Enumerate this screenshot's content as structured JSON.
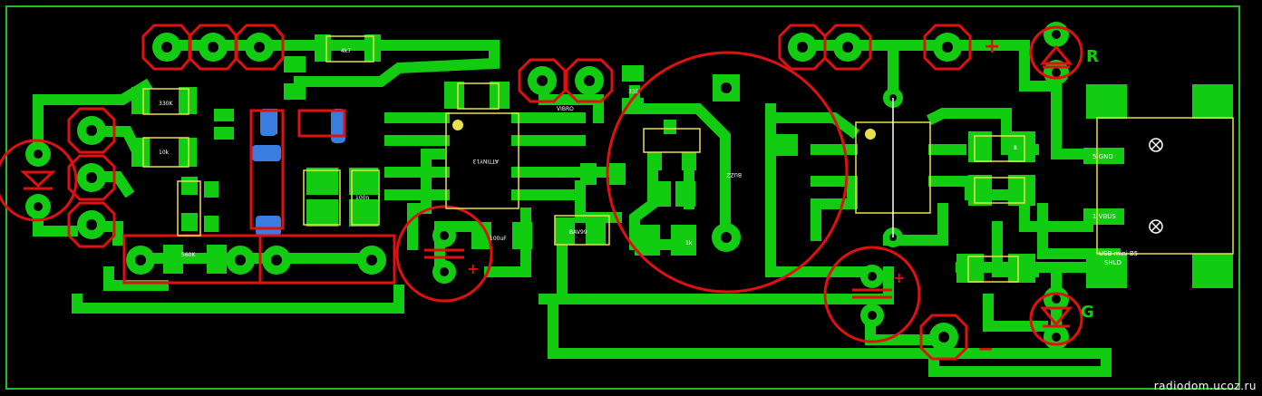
{
  "colors": {
    "background": "#000000",
    "copper": "#12cc12",
    "pad_outline": "#e01010",
    "silkscreen": "#e8e04a",
    "outline": "#1ec21e",
    "via_blue": "#3a7de0",
    "text": "#ffffff"
  },
  "polarity": {
    "plus_top": "+",
    "minus_bottom": "−",
    "cap_plus_1": "+",
    "cap_plus_2": "+",
    "led_r": "R",
    "led_g": "G"
  },
  "component_labels": {
    "u1": "ATTINY13",
    "u2": "BUZZ",
    "r_top": "4k7",
    "r_330k": "330K",
    "r_10k": "10k",
    "r_560k": "560K",
    "c_100n": "100n",
    "c_100u": "100uF",
    "d_bav": "BAV99",
    "vibro": "VIBRO",
    "r_1k": "1k",
    "c_33": "33E",
    "r_8": "8"
  },
  "usb": {
    "gnd": "5 GND",
    "vbus": "1 VBUS",
    "shld": "SHLD",
    "name": "USB mini B5"
  },
  "watermark": "radiodom.ucoz.ru"
}
